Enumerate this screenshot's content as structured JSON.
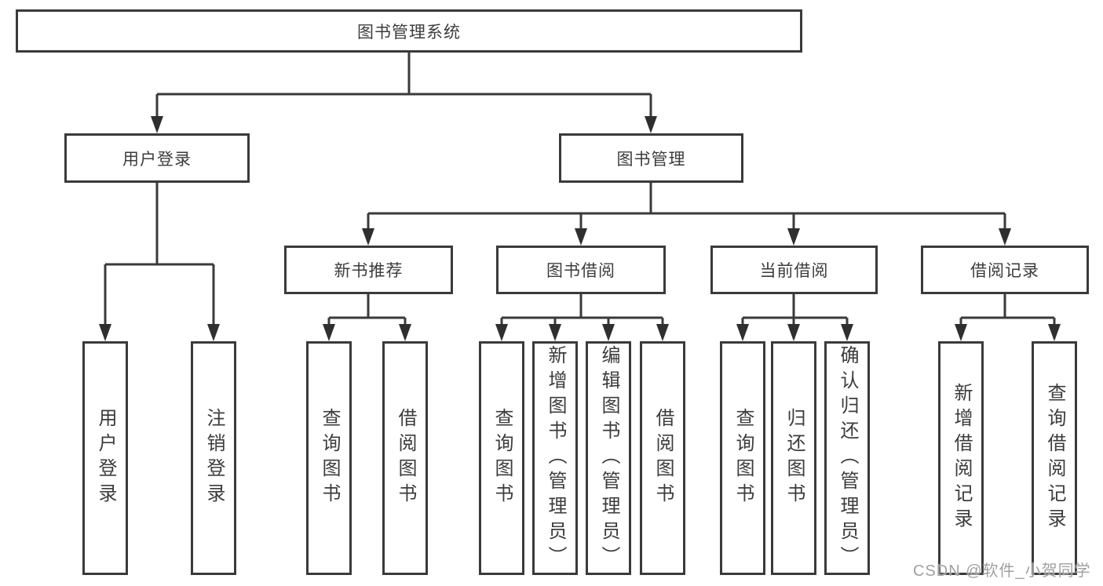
{
  "diagram": {
    "title": "图书管理系统",
    "type": "functional-structure-tree",
    "nodes": {
      "root": "图书管理系统",
      "user_login": "用户登录",
      "book_mgmt": "图书管理",
      "new_book_rec": "新书推荐",
      "book_borrow": "图书借阅",
      "current_borrow": "当前借阅",
      "borrow_record": "借阅记录",
      "leaf_user_login": "用户登录",
      "leaf_logout": "注销登录",
      "leaf_nb_query": "查询图书",
      "leaf_nb_borrow": "借阅图书",
      "leaf_bb_query": "查询图书",
      "leaf_bb_add": "新增图书（管理员）",
      "leaf_bb_edit": "编辑图书（管理员）",
      "leaf_bb_borrow": "借阅图书",
      "leaf_cb_query": "查询图书",
      "leaf_cb_return": "归还图书",
      "leaf_cb_confirm": "确认归还（管理员）",
      "leaf_br_add": "新增借阅记录",
      "leaf_br_query": "查询借阅记录"
    },
    "hierarchy": {
      "图书管理系统": {
        "用户登录": [
          "用户登录",
          "注销登录"
        ],
        "图书管理": {
          "新书推荐": [
            "查询图书",
            "借阅图书"
          ],
          "图书借阅": [
            "查询图书",
            "新增图书（管理员）",
            "编辑图书（管理员）",
            "借阅图书"
          ],
          "当前借阅": [
            "查询图书",
            "归还图书",
            "确认归还（管理员）"
          ],
          "借阅记录": [
            "新增借阅记录",
            "查询借阅记录"
          ]
        }
      }
    },
    "colors": {
      "line": "#3a3a3a",
      "text": "#3c3c3c",
      "background": "#ffffff",
      "watermark": "#a0a0a0"
    }
  },
  "watermark": "CSDN @软件_小贺同学"
}
